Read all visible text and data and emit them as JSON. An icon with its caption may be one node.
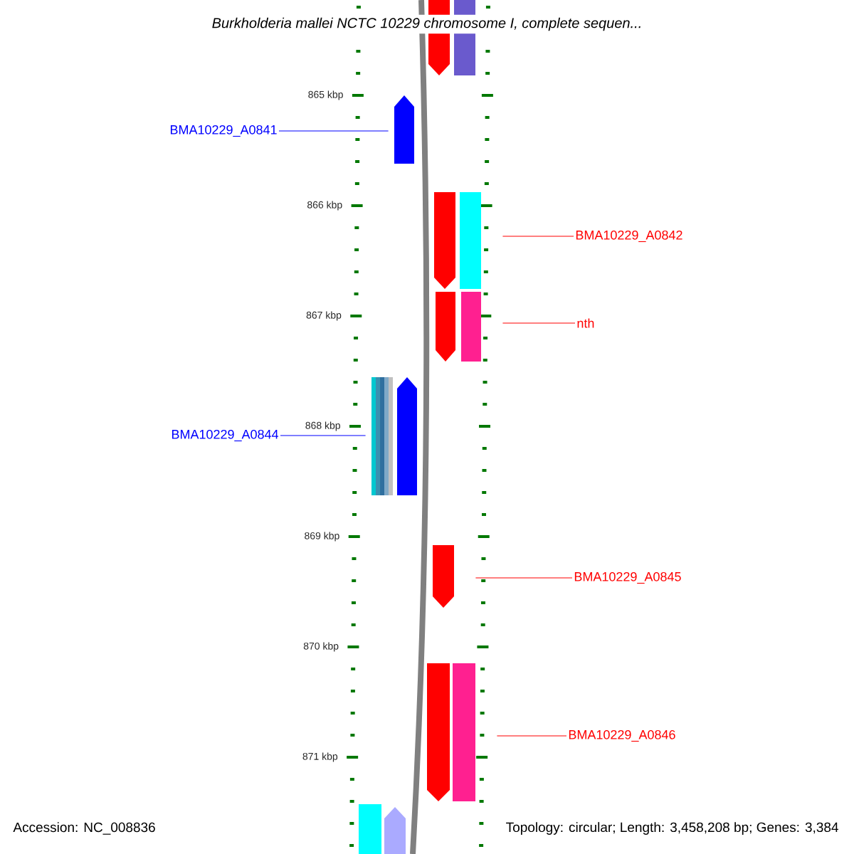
{
  "diagram": {
    "title": "*Burkholderia mallei NCTC 10229 chromosome I, complete sequen...*",
    "nodes": [
      {
        "text": [],
        "shape": "arrow"
      },
      {
        "text": [],
        "shape": "box"
      },
      {
        "text": [
          "BMA10229_A0841"
        ]
      },
      {
        "text": [],
        "shape": "arrow"
      },
      {
        "text": [],
        "shape": "arrow"
      },
      {
        "text": [],
        "shape": "box"
      },
      {
        "text": [
          "BMA10229_A0842"
        ]
      },
      {
        "text": [],
        "shape": "arrow"
      },
      {
        "text": [],
        "shape": "box"
      },
      {
        "text": [
          "nth"
        ]
      },
      {
        "text": [],
        "shape": "box"
      },
      {
        "text": [],
        "shape": "arrow"
      },
      {
        "text": [
          "BMA10229_A0844"
        ]
      },
      {
        "text": [],
        "shape": "arrow"
      },
      {
        "text": [
          "BMA10229_A0845"
        ]
      },
      {
        "text": [],
        "shape": "arrow"
      },
      {
        "text": [],
        "shape": "box"
      },
      {
        "text": [
          "BMA10229_A0846"
        ]
      },
      {
        "text": [],
        "shape": "box"
      },
      {
        "text": [],
        "shape": "arrow"
      }
    ],
    "edges": [
      {
        "from": 2,
        "to": 3,
        "arrow": "none",
        "color": "#0000ff"
      },
      {
        "from": 6,
        "to": 5,
        "arrow": "none",
        "color": "#ff0000"
      },
      {
        "from": 9,
        "to": 8,
        "arrow": "none",
        "color": "#ff0000"
      },
      {
        "from": 12,
        "to": 10,
        "arrow": "none",
        "color": "#0000ff"
      },
      {
        "from": 14,
        "to": 13,
        "arrow": "none",
        "color": "#ff0000"
      },
      {
        "from": 17,
        "to": 16,
        "arrow": "none",
        "color": "#ff0000"
      }
    ],
    "labels": [
      "865 kbp",
      "866 kbp",
      "867 kbp",
      "868 kbp",
      "869 kbp",
      "870 kbp",
      "871 kbp",
      "Accession: NC_008836",
      "Topology: circular; Length: 3,458,208 bp; Genes: 3,384"
    ]
  }
}
